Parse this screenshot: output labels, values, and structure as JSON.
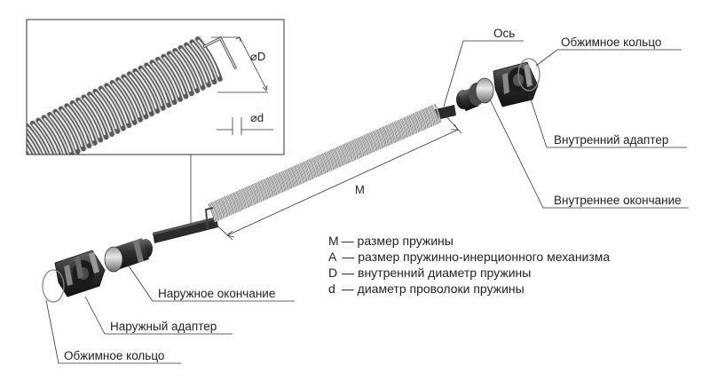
{
  "inset": {
    "dim_outer": "⌀D",
    "dim_wire": "⌀d"
  },
  "dims": {
    "spring_length": "M"
  },
  "labels": {
    "axis": "Ось",
    "crimp_ring_top": "Обжимное кольцо",
    "inner_adapter": "Внутренний адаптер",
    "inner_end": "Внутреннее окончание",
    "outer_end": "Наружное окончание",
    "outer_adapter": "Наружный адаптер",
    "crimp_ring_bottom": "Обжимное кольцо"
  },
  "legend": {
    "items": [
      {
        "key": "M",
        "text": "— размер пружины"
      },
      {
        "key": "A",
        "text": "— размер пружинно-инерционного механизма"
      },
      {
        "key": "D",
        "text": "— внутренний диаметр пружины"
      },
      {
        "key": "d",
        "text": "— диаметр проволоки пружины"
      }
    ]
  },
  "colors": {
    "metal_light": "#e6e6e6",
    "metal_mid": "#b4b4b4",
    "metal_dark": "#5a5a5a",
    "axle": "#2b2b2b",
    "adapter": "#3a3a3a",
    "text": "#222222"
  }
}
